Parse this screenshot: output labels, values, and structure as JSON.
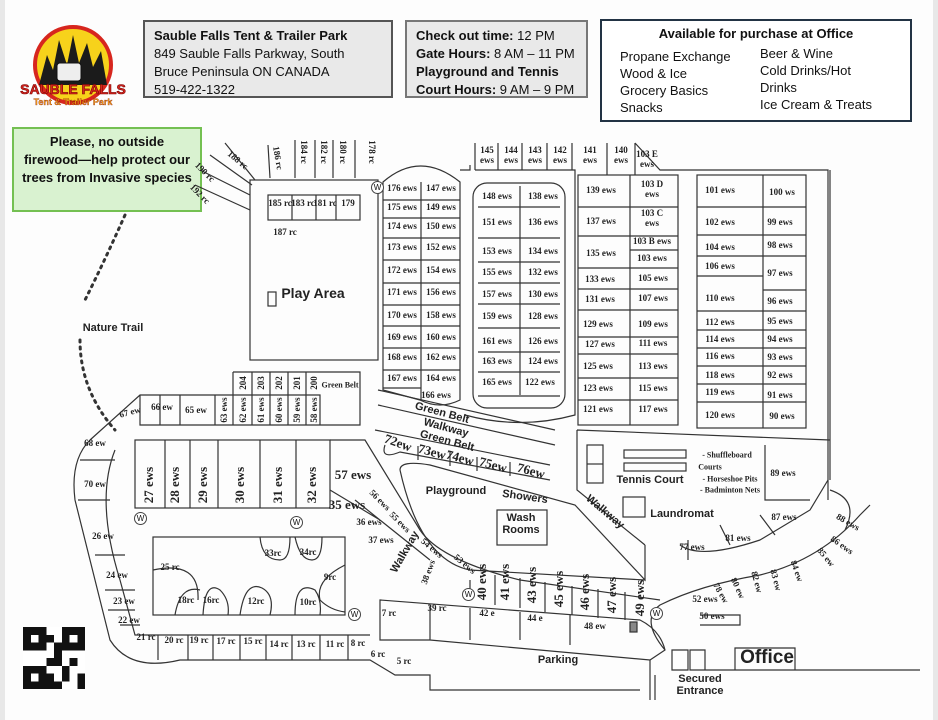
{
  "park_info": {
    "name": "Sauble Falls Tent & Trailer Park",
    "address_line1": "849 Sauble Falls Parkway, South",
    "address_line2": "Bruce Peninsula ON CANADA",
    "phone": "519-422-1322"
  },
  "hours": {
    "checkout_label": "Check out time:",
    "checkout_value": " 12 PM",
    "gate_label": "Gate Hours:",
    "gate_value": " 8 AM – 11 PM",
    "playground_label": "Playground and Tennis",
    "court_label": "Court Hours:",
    "court_value": " 9 AM – 9 PM"
  },
  "office_items": {
    "title": "Available for purchase at Office",
    "left": [
      "Propane Exchange",
      "Wood & Ice",
      "Grocery Basics",
      "Snacks"
    ],
    "right": [
      "Beer & Wine",
      "Cold Drinks/Hot",
      "Drinks",
      "Ice Cream & Treats"
    ]
  },
  "notice": "Please, no outside firewood—help protect our trees from Invasive species",
  "logo": {
    "line1": "SAUBLE FALLS",
    "line2": "Tent & Trailer Park"
  },
  "map": {
    "washroom_marker": "W",
    "areas": {
      "play_area": "Play Area",
      "nature_trail": "Nature Trail",
      "green_belt_top": "Green Belt",
      "walkway_top": "Walkway",
      "green_belt_mid": "Green Belt",
      "green_belt_small": "Green Belt",
      "playground": "Playground",
      "showers": "Showers",
      "wash_rooms": "Wash Rooms",
      "walkway_right": "Walkway",
      "walkway_left": "Walkway",
      "tennis_court": "Tennis Court",
      "laundromat": "Laundromat",
      "amenity1": "- Shuffleboard",
      "amenity1b": "Courts",
      "amenity2": "- Horseshoe Pits",
      "amenity3": "- Badminton Nets",
      "parking": "Parking",
      "office": "Office",
      "secured_entrance": "Secured Entrance"
    },
    "sites": {
      "s188": "188 rc",
      "s190": "190 rc",
      "s192": "192 rc",
      "s186": "186 rc",
      "s184": "184 rc",
      "s182": "182 rc",
      "s180": "180 rc",
      "s178": "178 rc",
      "s185": "185 rc",
      "s183": "183 rc",
      "s181": "181 rc",
      "s179": "179",
      "s187": "187 rc",
      "s176": "176 ews",
      "s147": "147 ews",
      "s175": "175 ews",
      "s149": "149 ews",
      "s174": "174 ews",
      "s150": "150 ews",
      "s173": "173 ews",
      "s152": "152 ews",
      "s172": "172 ews",
      "s154": "154 ews",
      "s171": "171 ews",
      "s156": "156 ews",
      "s170": "170 ews",
      "s158": "158 ews",
      "s169": "169 ews",
      "s160": "160 ews",
      "s168": "168 ews",
      "s162": "162 ews",
      "s167": "167 ews",
      "s164": "164 ews",
      "s166": "166 ews",
      "s148": "148 ews",
      "s138": "138 ews",
      "s151": "151 ews",
      "s136": "136 ews",
      "s153": "153 ews",
      "s134": "134 ews",
      "s155": "155 ews",
      "s132": "132 ews",
      "s157": "157 ews",
      "s130": "130 ews",
      "s159": "159 ews",
      "s128": "128 ews",
      "s161": "161 ews",
      "s126": "126 ews",
      "s163": "163 ews",
      "s124": "124 ews",
      "s165": "165 ews",
      "s122": "122 ews",
      "s145": "145 ews",
      "s144": "144 ews",
      "s143": "143 ews",
      "s142": "142 ews",
      "s141": "141 ews",
      "s140": "140 ews",
      "s103e": "103 E ews",
      "s139": "139 ews",
      "s103d": "103 D ews",
      "s137": "137 ews",
      "s103c": "103 C ews",
      "s135": "135 ews",
      "s103b": "103 B ews",
      "s103": "103 ews",
      "s133": "133 ews",
      "s105": "105 ews",
      "s131": "131 ews",
      "s107": "107 ews",
      "s129": "129 ews",
      "s109": "109 ews",
      "s127": "127 ews",
      "s111": "111 ews",
      "s125": "125 ews",
      "s113": "113 ews",
      "s123": "123 ews",
      "s115": "115 ews",
      "s121": "121 ews",
      "s117": "117 ews",
      "s101": "101 ews",
      "s100": "100 ws",
      "s102": "102 ews",
      "s99": "99 ews",
      "s104": "104 ews",
      "s98": "98 ews",
      "s106": "106 ews",
      "s97": "97 ews",
      "s110": "110 ews",
      "s96": "96 ews",
      "s112": "112 ews",
      "s95": "95 ews",
      "s114": "114 ews",
      "s94": "94 ews",
      "s116": "116 ews",
      "s93": "93 ews",
      "s118": "118 ews",
      "s92": "92 ews",
      "s119": "119 ews",
      "s91": "91 ews",
      "s120": "120 ews",
      "s90": "90 ews",
      "s67": "67 ew",
      "s66": "66 ew",
      "s65": "65 ew",
      "s63": "63 ews",
      "s62": "62 ews",
      "s61": "61 ews",
      "s60": "60 ews",
      "s59": "59 ews",
      "s58": "58 ews",
      "s204": "204",
      "s203": "203",
      "s202": "202",
      "s201": "201",
      "s200": "200",
      "s68": "68 ew",
      "s70": "70 ew",
      "s26": "26 ew",
      "s24": "24 ew",
      "s23": "23 ew",
      "s22": "22 ew",
      "s21": "21 rc",
      "s20": "20 rc",
      "s19": "19 rc",
      "s17": "17 rc",
      "s15": "15 rc",
      "s14": "14 rc",
      "s13": "13 rc",
      "s11": "11 rc",
      "s8": "8 rc",
      "s6": "6 rc",
      "s5": "5 rc",
      "s7": "7 rc",
      "s39": "39 rc",
      "s42": "42 e",
      "s44": "44 e",
      "s48": "48 ew",
      "s27": "27 ews",
      "s28": "28 ews",
      "s29": "29 ews",
      "s30": "30 ews",
      "s31": "31 ews",
      "s32": "32 ews",
      "s57": "57 ews",
      "s35": "35 ews",
      "s56": "56 ews",
      "s55": "55 ews",
      "s36": "36 ews",
      "s37": "37 ews",
      "s54": "54 ews",
      "s53": "53 ews",
      "s38": "38 ews",
      "s40": "40 ews",
      "s41": "41 ews",
      "s43": "43 ews",
      "s45": "45 ews",
      "s46": "46 ews",
      "s47": "47 ews",
      "s49": "49 ews",
      "s25": "25 rc",
      "s18": "18rc",
      "s16": "16rc",
      "s12": "12rc",
      "s10": "10rc",
      "s9": "9rc",
      "s33": "33rc",
      "s34": "34rc",
      "s72": "72ew",
      "s73": "73ew",
      "s74": "74ew",
      "s75": "75ew",
      "s76": "76ew",
      "s89": "89 ews",
      "s87": "87 ews",
      "s81": "81 ews",
      "s77": "77 ews",
      "s88": "88 ews",
      "s86": "86 ews",
      "s85": "85 ew",
      "s84": "84 ew",
      "s83": "83 ew",
      "s82": "82 ew",
      "s80": "80 ew",
      "s78": "78 ew",
      "s52": "52 ews",
      "s50": "50 ews"
    }
  },
  "colors": {
    "notice_bg": "#d9f2d0",
    "notice_border": "#74c052",
    "logo_red": "#d7261e",
    "logo_yellow": "#f7d21b"
  }
}
